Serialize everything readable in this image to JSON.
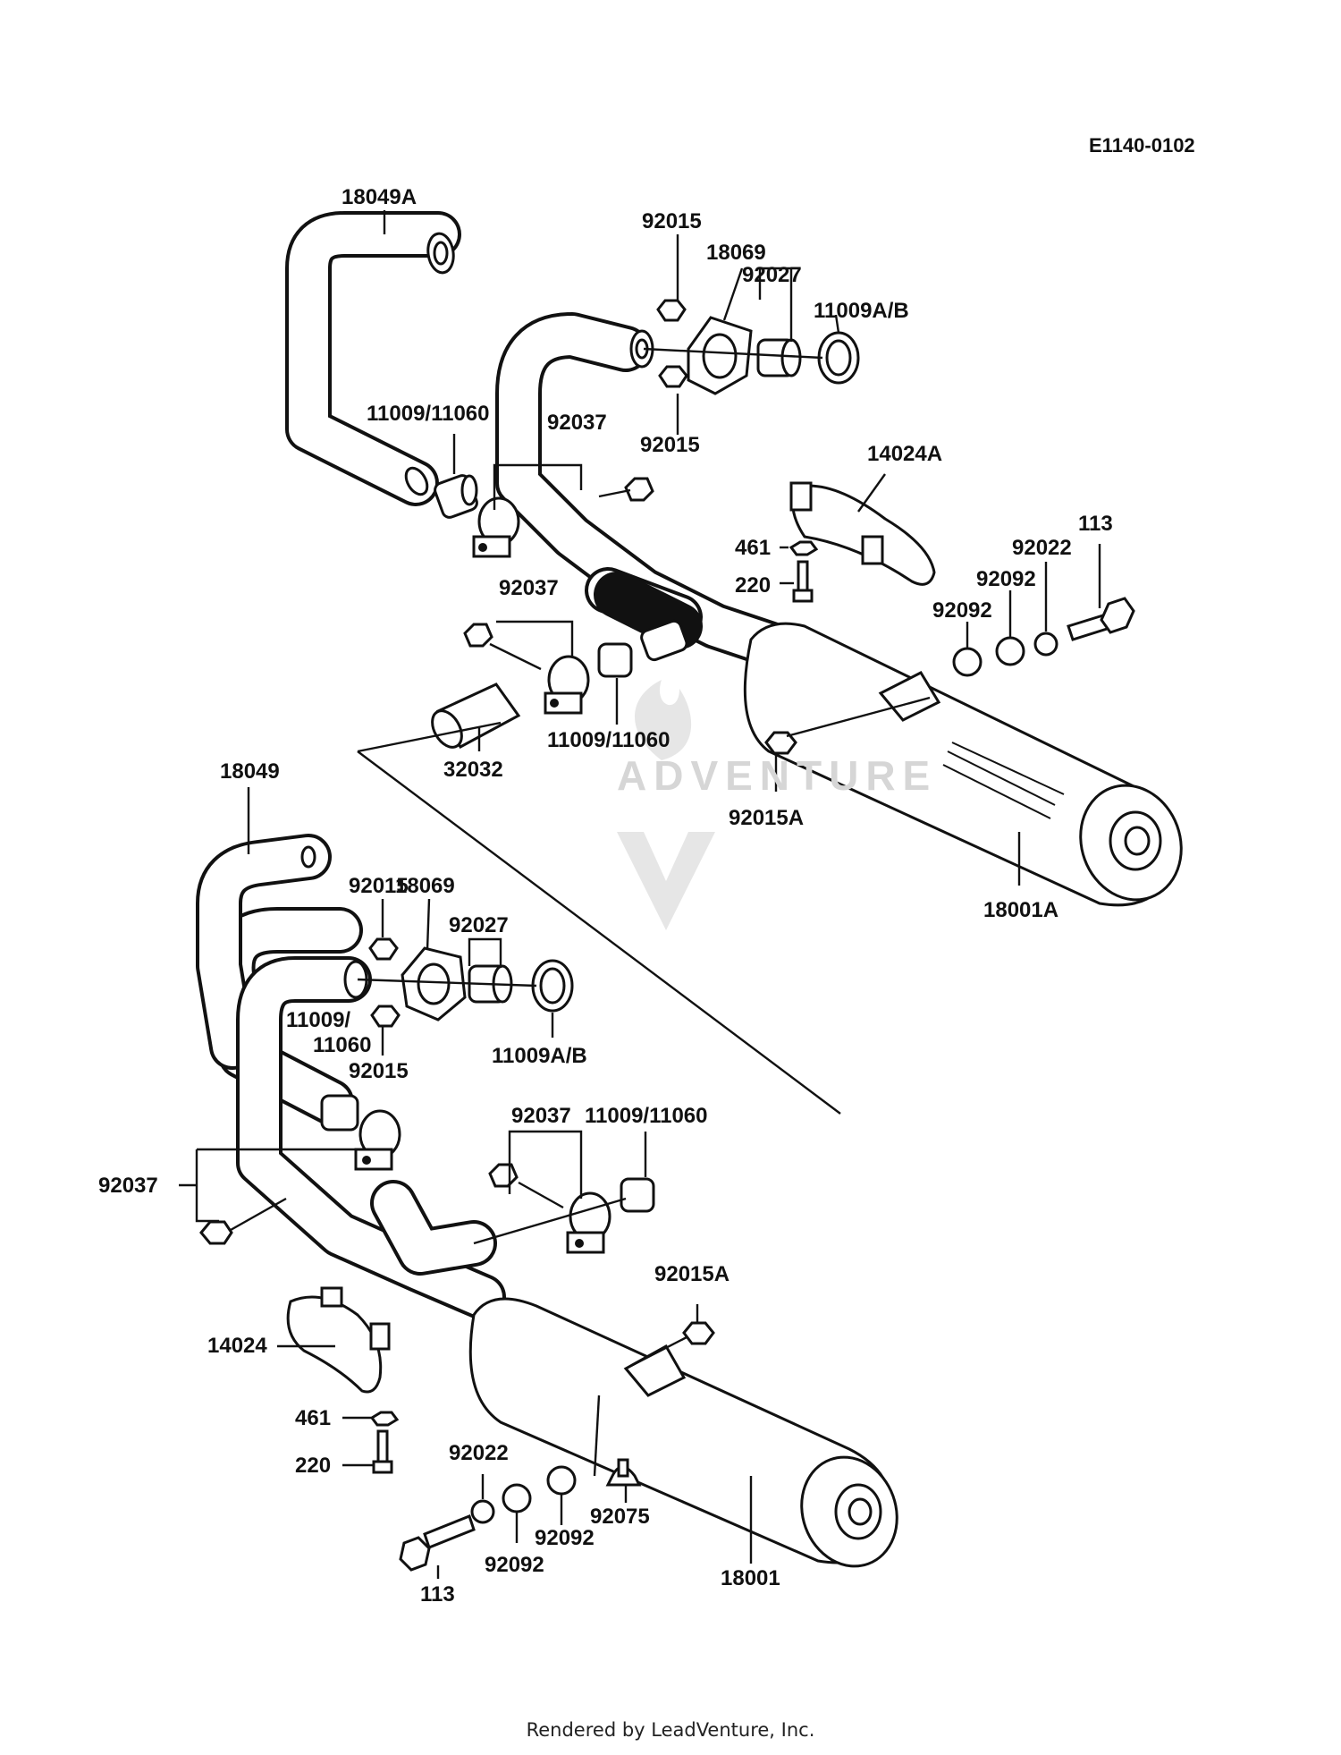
{
  "diagram_code": "E1140-0102",
  "labels": {
    "18049A": "18049A",
    "92015_a": "92015",
    "18069_a": "18069",
    "92027_a": "92027",
    "11009AB_a": "11009A/B",
    "11009_11060_a": "11009/11060",
    "92037_a": "92037",
    "92015_b": "92015",
    "14024A": "14024A",
    "461_a": "461",
    "220_a": "220",
    "113_a": "113",
    "92022_a": "92022",
    "92092_a": "92092",
    "92092_b": "92092",
    "92037_b": "92037",
    "11009_11060_b": "11009/11060",
    "32032": "32032",
    "92015A_a": "92015A",
    "18001A": "18001A",
    "18049": "18049",
    "92015_c": "92015",
    "18069_b": "18069",
    "92027_b": "92027",
    "11009_11060_c_line1": "11009/",
    "11009_11060_c_line2": "11060",
    "92015_d": "92015",
    "11009AB_b": "11009A/B",
    "92037_c": "92037",
    "11009_11060_d": "11009/11060",
    "92037_d": "92037",
    "92015A_b": "92015A",
    "14024": "14024",
    "461_b": "461",
    "220_b": "220",
    "92022_b": "92022",
    "92092_c": "92092",
    "92092_d": "92092",
    "92075": "92075",
    "113_b": "113",
    "18001": "18001"
  },
  "watermark": "ADVENTURE",
  "render_credit": "Rendered by LeadVenture, Inc."
}
